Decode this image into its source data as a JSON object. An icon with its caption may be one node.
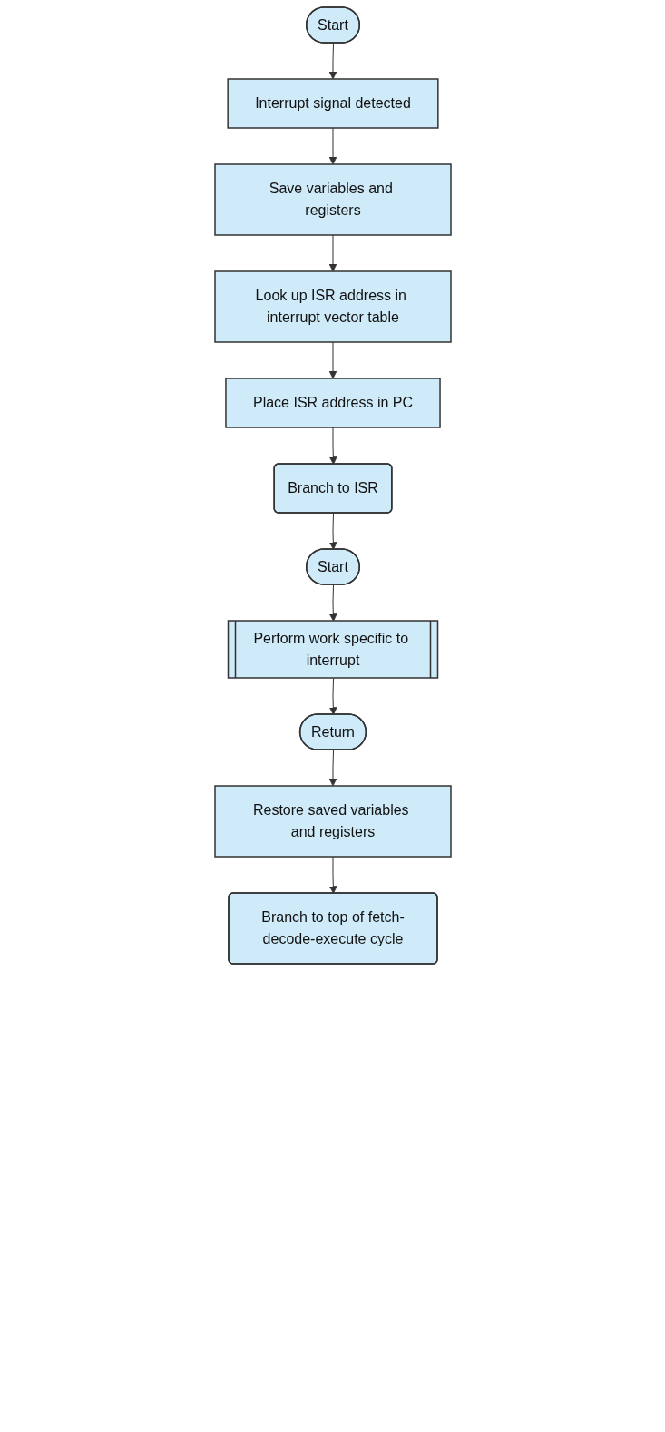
{
  "diagram": {
    "nodes": [
      {
        "text": [
          "Start"
        ]
      },
      {
        "text": [
          "Interrupt signal detected"
        ]
      },
      {
        "text": [
          "Save variables and registers"
        ]
      },
      {
        "text": [
          "Look up ISR address in interrupt vector table"
        ]
      },
      {
        "text": [
          "Place ISR address in PC"
        ]
      },
      {
        "text": [
          "Branch to ISR"
        ]
      },
      {
        "text": [
          "Start"
        ]
      },
      {
        "text": [
          "Perform work specific to interrupt"
        ]
      },
      {
        "text": [
          "Return"
        ]
      },
      {
        "text": [
          "Restore saved variables and registers"
        ]
      },
      {
        "text": [
          "Branch to top of fetch-decode-execute cycle"
        ]
      }
    ],
    "edges": [
      {
        "from": 0,
        "to": 1,
        "arrow": "to"
      },
      {
        "from": 1,
        "to": 2,
        "arrow": "to"
      },
      {
        "from": 2,
        "to": 3,
        "arrow": "to"
      },
      {
        "from": 3,
        "to": 4,
        "arrow": "to"
      },
      {
        "from": 4,
        "to": 5,
        "arrow": "to"
      },
      {
        "from": 5,
        "to": 6,
        "arrow": "to"
      },
      {
        "from": 6,
        "to": 7,
        "arrow": "to"
      },
      {
        "from": 7,
        "to": 8,
        "arrow": "to"
      },
      {
        "from": 8,
        "to": 9,
        "arrow": "to"
      },
      {
        "from": 9,
        "to": 10,
        "arrow": "to"
      }
    ]
  }
}
